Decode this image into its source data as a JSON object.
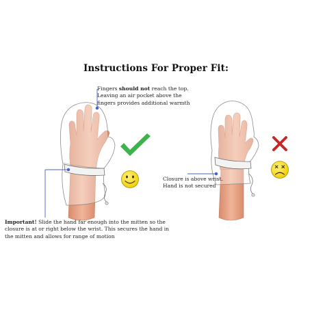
{
  "title": "Instructions For Proper Fit:",
  "top_note": {
    "part1": "Fingers ",
    "bold": "should not",
    "part2": " reach the top.",
    "line2": "Leaving an air pocket above the",
    "line3": "fingers provides additional warmth"
  },
  "bottom_note": {
    "bold": "Important!",
    "text": " Slide the hand far enough into the mitten so the closure is at or right below the wrist. This secures the hand in the mitten and allows for range of motion"
  },
  "closure_note": {
    "line1": "Closure is above wrist.",
    "line2": "Hand is not secured"
  },
  "colors": {
    "pointer": "#4a63c8",
    "check": "#3cb44b",
    "cross": "#c62828",
    "face_fill": "#f5d90a",
    "face_stroke": "#a88f00",
    "skin": "#e9a788",
    "mitten_outline": "#8a8a8a"
  },
  "icons": [
    "check-icon",
    "cross-icon",
    "happy-face-icon",
    "sad-face-icon"
  ]
}
